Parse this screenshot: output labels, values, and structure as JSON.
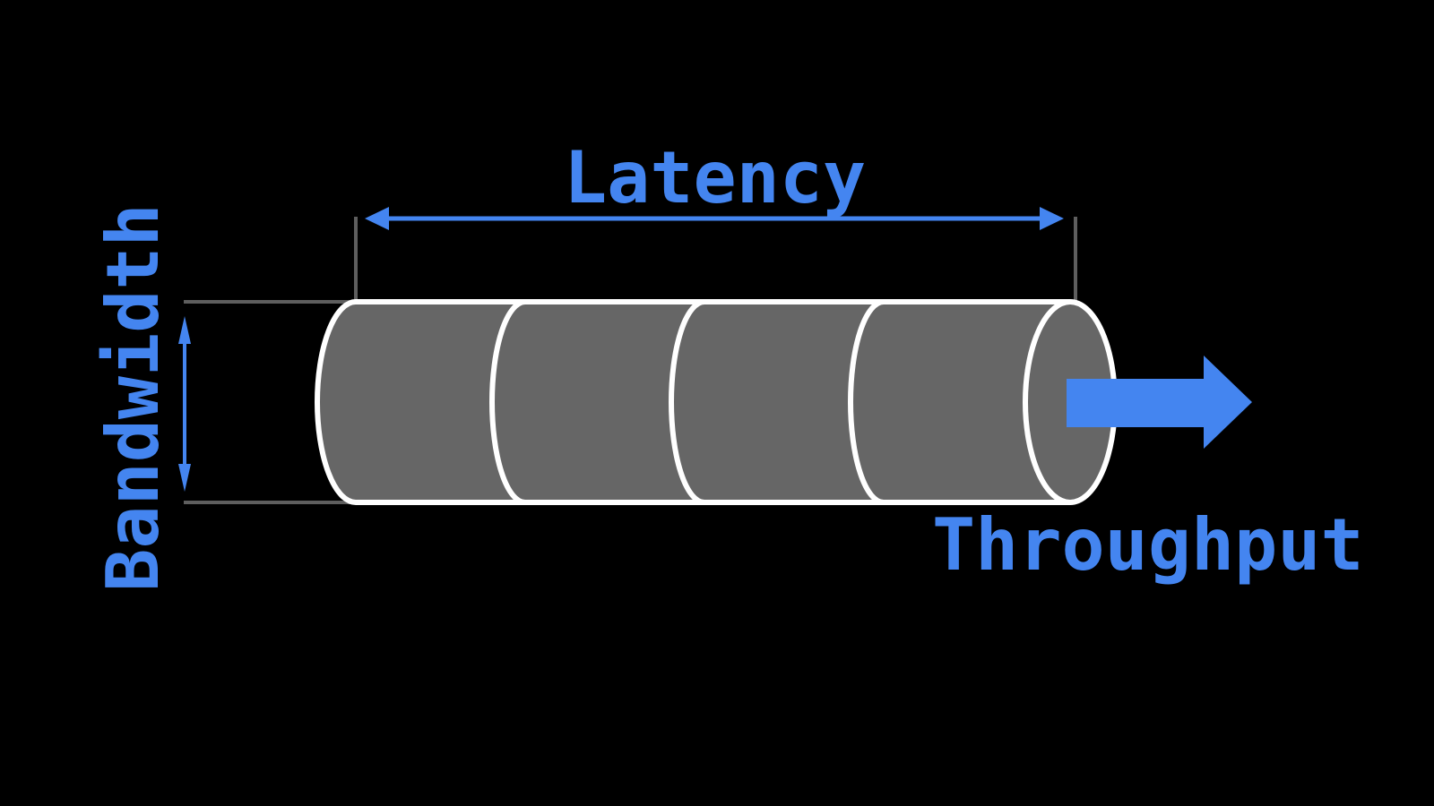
{
  "labels": {
    "latency": "Latency",
    "bandwidth": "Bandwidth",
    "throughput": "Throughput"
  },
  "pipe": {
    "segments": 4,
    "fill": "#666666",
    "outline": "#ffffff"
  },
  "colors": {
    "background": "#000000",
    "accent_blue": "#4485F0",
    "measure_line_gray": "#5e5e5e"
  },
  "icons": {
    "latency_arrow": "double-headed-horizontal-arrow",
    "bandwidth_arrow": "double-headed-vertical-arrow",
    "throughput_arrow": "block-arrow-right"
  }
}
